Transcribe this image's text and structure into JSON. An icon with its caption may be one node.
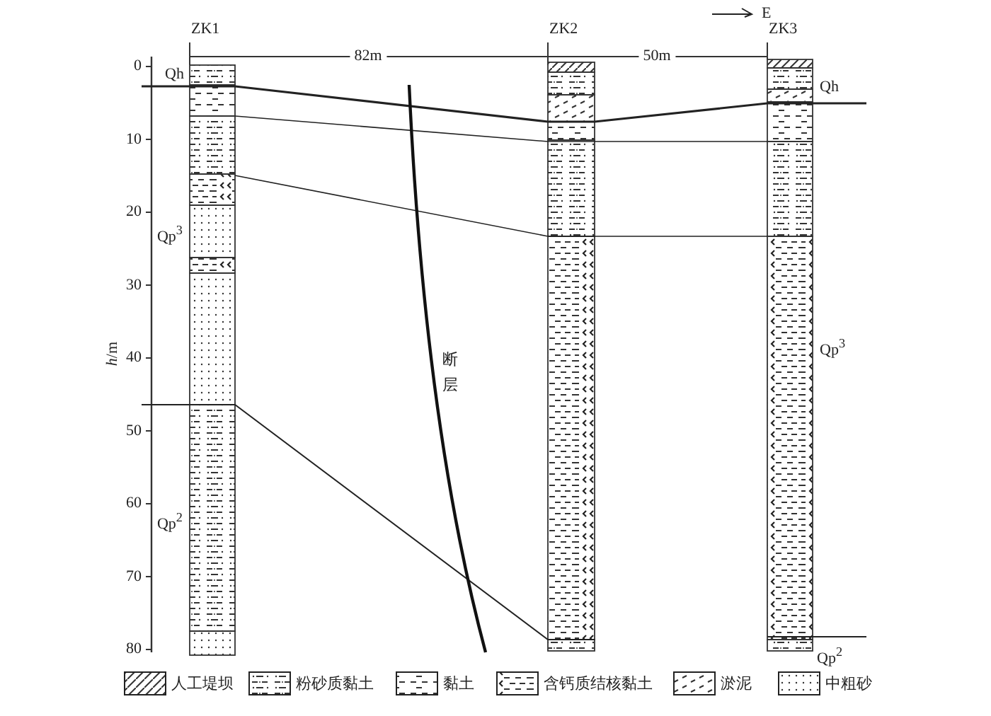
{
  "diagram": {
    "labels": [
      "E",
      "ZK1",
      "82m",
      "ZK2",
      "50m",
      "ZK3",
      "0",
      "Qh",
      "Qh",
      "10",
      "20",
      "Qp$^{3}$",
      "30",
      "40",
      "Qp$^{3}$",
      "断层",
      "*h*/m",
      "50",
      "60",
      "Qp$^{2}$",
      "70",
      "80",
      "Qp$^{2}$"
    ],
    "legend": [
      {
        "text": "人工堤坝"
      },
      {
        "text": "粉砂质黏土"
      },
      {
        "text": "黏土"
      },
      {
        "text": "含钙质结核黏土"
      },
      {
        "text": "淤泥"
      },
      {
        "text": "中粗砂"
      }
    ]
  }
}
